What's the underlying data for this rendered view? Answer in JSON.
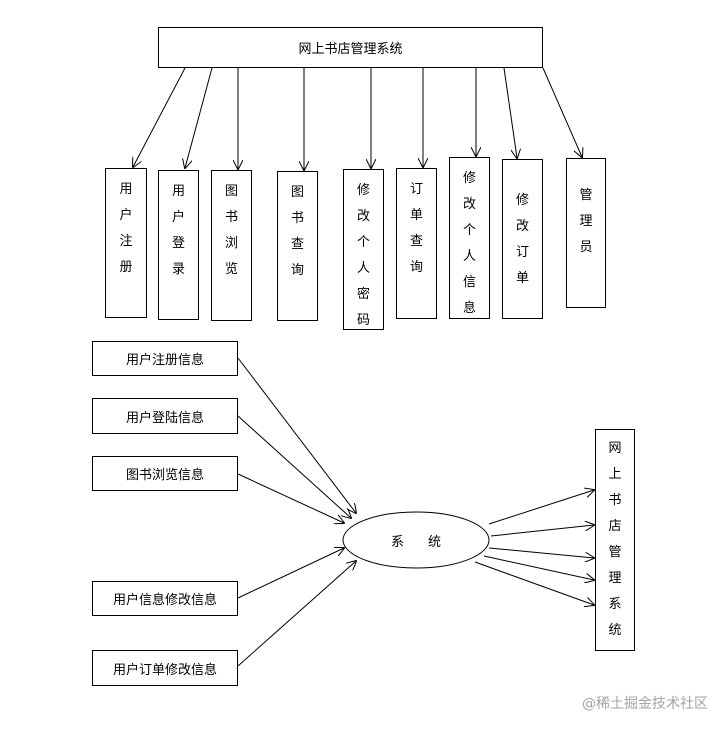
{
  "top_title": "网上书店管理系统",
  "modules": [
    {
      "id": "reg",
      "chars": [
        "用",
        "户",
        "注",
        "册"
      ]
    },
    {
      "id": "login",
      "chars": [
        "用",
        "户",
        "登",
        "录"
      ]
    },
    {
      "id": "browse",
      "chars": [
        "图",
        "书",
        "浏",
        "览"
      ]
    },
    {
      "id": "query",
      "chars": [
        "图",
        "书",
        "查",
        "询"
      ]
    },
    {
      "id": "pwd",
      "chars": [
        "修",
        "改",
        "个",
        "人",
        "密",
        "码"
      ]
    },
    {
      "id": "order-query",
      "chars": [
        "订",
        "单",
        "查",
        "询"
      ]
    },
    {
      "id": "info",
      "chars": [
        "修",
        "改",
        "个",
        "人",
        "信",
        "息"
      ]
    },
    {
      "id": "order-edit",
      "chars": [
        "修",
        "改",
        "订",
        "单"
      ]
    },
    {
      "id": "admin",
      "chars": [
        "管",
        "理",
        "员"
      ]
    }
  ],
  "inputs": [
    "用户注册信息",
    "用户登陆信息",
    "图书浏览信息",
    "用户信息修改信息",
    "用户订单修改信息"
  ],
  "center": {
    "chars": [
      "系",
      "统"
    ]
  },
  "output": {
    "chars": [
      "网",
      "上",
      "书",
      "店",
      "管",
      "理",
      "系",
      "统"
    ]
  },
  "watermark": "@稀土掘金技术社区"
}
